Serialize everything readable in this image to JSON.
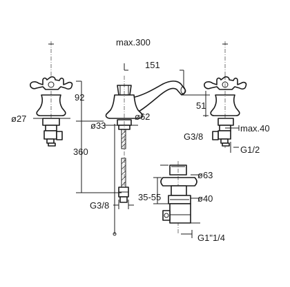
{
  "dimensions": {
    "max_width": "max.300",
    "spout_reach": "151",
    "body_height": "92",
    "spout_height": "51",
    "valve_diameter": "ø27",
    "body_base_diameter": "ø62",
    "shank_diameter": "ø33",
    "tail_length": "360",
    "inlet_thread": "G3/8",
    "valve_thread": "G3/8",
    "valve_max": "max.40",
    "valve_outlet_thread": "G1/2",
    "waste_top_diameter": "ø63",
    "waste_adjust_range": "35-55",
    "waste_body_diameter": "ø40",
    "waste_thread": "G1\"1/4"
  }
}
